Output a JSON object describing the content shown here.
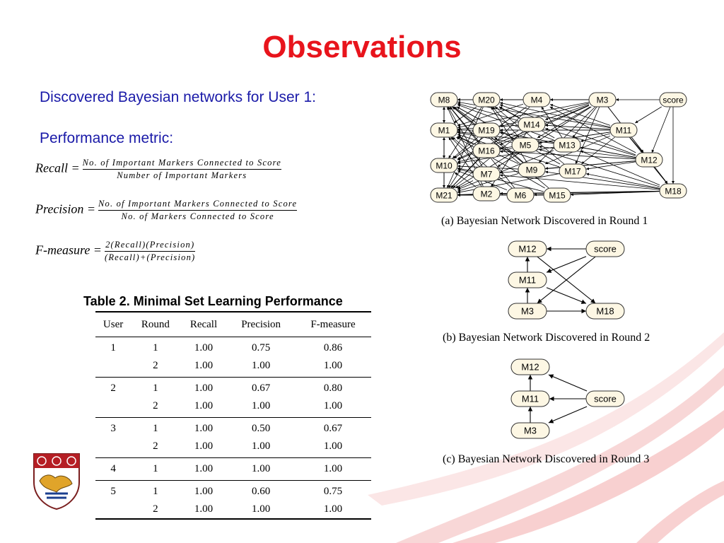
{
  "slide": {
    "title": "Observations",
    "intro": "Discovered Bayesian networks for User 1:",
    "metric_label": "Performance metric:"
  },
  "formulas": {
    "recall": {
      "lhs": "Recall =",
      "num": "No. of Important Markers Connected to Score",
      "den": "Number of Important Markers"
    },
    "precision": {
      "lhs": "Precision =",
      "num": "No. of Important Markers Connected to Score",
      "den": "No. of Markers Connected to Score"
    },
    "fmeasure": {
      "lhs": "F-measure =",
      "num": "2(Recall)(Precision)",
      "den": "(Recall)+(Precision)"
    }
  },
  "table": {
    "caption": "Table 2. Minimal Set Learning Performance",
    "headers": [
      "User",
      "Round",
      "Recall",
      "Precision",
      "F-measure"
    ],
    "rows": [
      [
        "1",
        "1",
        "1.00",
        "0.75",
        "0.86"
      ],
      [
        "",
        "2",
        "1.00",
        "1.00",
        "1.00"
      ],
      [
        "2",
        "1",
        "1.00",
        "0.67",
        "0.80"
      ],
      [
        "",
        "2",
        "1.00",
        "1.00",
        "1.00"
      ],
      [
        "3",
        "1",
        "1.00",
        "0.50",
        "0.67"
      ],
      [
        "",
        "2",
        "1.00",
        "1.00",
        "1.00"
      ],
      [
        "4",
        "1",
        "1.00",
        "1.00",
        "1.00"
      ],
      [
        "5",
        "1",
        "1.00",
        "0.60",
        "0.75"
      ],
      [
        "",
        "2",
        "1.00",
        "1.00",
        "1.00"
      ]
    ]
  },
  "networks": [
    {
      "caption": "(a)  Bayesian Network Discovered in Round 1",
      "nodes": [
        {
          "id": "M8",
          "label": "M8"
        },
        {
          "id": "M20",
          "label": "M20"
        },
        {
          "id": "M4",
          "label": "M4"
        },
        {
          "id": "M3",
          "label": "M3"
        },
        {
          "id": "score",
          "label": "score"
        },
        {
          "id": "M1",
          "label": "M1"
        },
        {
          "id": "M19",
          "label": "M19"
        },
        {
          "id": "M14",
          "label": "M14"
        },
        {
          "id": "M11",
          "label": "M11"
        },
        {
          "id": "M16",
          "label": "M16"
        },
        {
          "id": "M5",
          "label": "M5"
        },
        {
          "id": "M13",
          "label": "M13"
        },
        {
          "id": "M12",
          "label": "M12"
        },
        {
          "id": "M10",
          "label": "M10"
        },
        {
          "id": "M7",
          "label": "M7"
        },
        {
          "id": "M9",
          "label": "M9"
        },
        {
          "id": "M17",
          "label": "M17"
        },
        {
          "id": "M21",
          "label": "M21"
        },
        {
          "id": "M2",
          "label": "M2"
        },
        {
          "id": "M6",
          "label": "M6"
        },
        {
          "id": "M15",
          "label": "M15"
        },
        {
          "id": "M18",
          "label": "M18"
        }
      ],
      "edges": [
        [
          "score",
          "M3"
        ],
        [
          "score",
          "M11"
        ],
        [
          "score",
          "M12"
        ],
        [
          "score",
          "M18"
        ],
        [
          "M3",
          "M4"
        ],
        [
          "M3",
          "M20"
        ],
        [
          "M3",
          "M8"
        ],
        [
          "M3",
          "M1"
        ],
        [
          "M3",
          "M19"
        ],
        [
          "M3",
          "M14"
        ],
        [
          "M3",
          "M5"
        ],
        [
          "M3",
          "M13"
        ],
        [
          "M3",
          "M16"
        ],
        [
          "M3",
          "M7"
        ],
        [
          "M3",
          "M9"
        ],
        [
          "M3",
          "M17"
        ],
        [
          "M3",
          "M10"
        ],
        [
          "M3",
          "M12"
        ],
        [
          "M3",
          "M18"
        ],
        [
          "M11",
          "M4"
        ],
        [
          "M11",
          "M20"
        ],
        [
          "M11",
          "M8"
        ],
        [
          "M11",
          "M14"
        ],
        [
          "M11",
          "M5"
        ],
        [
          "M11",
          "M13"
        ],
        [
          "M11",
          "M19"
        ],
        [
          "M11",
          "M16"
        ],
        [
          "M11",
          "M9"
        ],
        [
          "M11",
          "M17"
        ],
        [
          "M11",
          "M1"
        ],
        [
          "M11",
          "M12"
        ],
        [
          "M11",
          "M18"
        ],
        [
          "M12",
          "M13"
        ],
        [
          "M12",
          "M5"
        ],
        [
          "M12",
          "M14"
        ],
        [
          "M12",
          "M9"
        ],
        [
          "M12",
          "M17"
        ],
        [
          "M12",
          "M16"
        ],
        [
          "M12",
          "M7"
        ],
        [
          "M12",
          "M19"
        ],
        [
          "M12",
          "M20"
        ],
        [
          "M12",
          "M4"
        ],
        [
          "M12",
          "M18"
        ],
        [
          "M18",
          "M15"
        ],
        [
          "M18",
          "M6"
        ],
        [
          "M18",
          "M2"
        ],
        [
          "M18",
          "M21"
        ],
        [
          "M18",
          "M9"
        ],
        [
          "M18",
          "M17"
        ],
        [
          "M18",
          "M7"
        ],
        [
          "M18",
          "M13"
        ],
        [
          "M18",
          "M5"
        ],
        [
          "M13",
          "M8"
        ],
        [
          "M13",
          "M1"
        ],
        [
          "M13",
          "M4"
        ],
        [
          "M13",
          "M20"
        ],
        [
          "M13",
          "M19"
        ],
        [
          "M13",
          "M10"
        ],
        [
          "M13",
          "M21"
        ],
        [
          "M5",
          "M8"
        ],
        [
          "M5",
          "M1"
        ],
        [
          "M5",
          "M10"
        ],
        [
          "M5",
          "M21"
        ],
        [
          "M5",
          "M20"
        ],
        [
          "M14",
          "M8"
        ],
        [
          "M14",
          "M1"
        ],
        [
          "M14",
          "M20"
        ],
        [
          "M14",
          "M10"
        ],
        [
          "M14",
          "M21"
        ],
        [
          "M14",
          "M2"
        ],
        [
          "M9",
          "M8"
        ],
        [
          "M9",
          "M1"
        ],
        [
          "M9",
          "M10"
        ],
        [
          "M9",
          "M21"
        ],
        [
          "M9",
          "M20"
        ],
        [
          "M9",
          "M19"
        ],
        [
          "M17",
          "M8"
        ],
        [
          "M17",
          "M1"
        ],
        [
          "M17",
          "M21"
        ],
        [
          "M17",
          "M20"
        ],
        [
          "M4",
          "M8"
        ],
        [
          "M4",
          "M1"
        ],
        [
          "M4",
          "M10"
        ],
        [
          "M4",
          "M21"
        ],
        [
          "M20",
          "M1"
        ],
        [
          "M20",
          "M10"
        ],
        [
          "M20",
          "M21"
        ],
        [
          "M19",
          "M8"
        ],
        [
          "M19",
          "M10"
        ],
        [
          "M19",
          "M21"
        ],
        [
          "M16",
          "M8"
        ],
        [
          "M16",
          "M1"
        ],
        [
          "M16",
          "M21"
        ],
        [
          "M7",
          "M8"
        ],
        [
          "M7",
          "M1"
        ],
        [
          "M7",
          "M10"
        ],
        [
          "M7",
          "M21"
        ],
        [
          "M15",
          "M8"
        ],
        [
          "M15",
          "M1"
        ],
        [
          "M15",
          "M10"
        ],
        [
          "M15",
          "M21"
        ],
        [
          "M6",
          "M8"
        ],
        [
          "M6",
          "M1"
        ],
        [
          "M6",
          "M10"
        ],
        [
          "M6",
          "M21"
        ],
        [
          "M2",
          "M8"
        ],
        [
          "M2",
          "M1"
        ],
        [
          "M2",
          "M10"
        ],
        [
          "M2",
          "M21"
        ],
        [
          "M1",
          "M10"
        ],
        [
          "M10",
          "M21"
        ],
        [
          "M8",
          "M1"
        ],
        [
          "M21",
          "M1"
        ],
        [
          "M21",
          "M8"
        ]
      ]
    },
    {
      "caption": "(b)  Bayesian Network Discovered in Round 2",
      "nodes": [
        {
          "id": "M12",
          "label": "M12"
        },
        {
          "id": "score",
          "label": "score"
        },
        {
          "id": "M11",
          "label": "M11"
        },
        {
          "id": "M3",
          "label": "M3"
        },
        {
          "id": "M18",
          "label": "M18"
        }
      ],
      "edges": [
        [
          "score",
          "M12"
        ],
        [
          "score",
          "M11"
        ],
        [
          "score",
          "M3"
        ],
        [
          "M11",
          "M12"
        ],
        [
          "M11",
          "M18"
        ],
        [
          "M3",
          "M11"
        ],
        [
          "M3",
          "M18"
        ],
        [
          "M12",
          "M18"
        ]
      ]
    },
    {
      "caption": "(c)  Bayesian Network Discovered in Round 3",
      "nodes": [
        {
          "id": "M12",
          "label": "M12"
        },
        {
          "id": "M11",
          "label": "M11"
        },
        {
          "id": "score",
          "label": "score"
        },
        {
          "id": "M3",
          "label": "M3"
        }
      ],
      "edges": [
        [
          "score",
          "M12"
        ],
        [
          "score",
          "M11"
        ],
        [
          "score",
          "M3"
        ],
        [
          "M11",
          "M12"
        ],
        [
          "M3",
          "M11"
        ]
      ]
    }
  ],
  "colors": {
    "title": "#e8141c",
    "intro_text": "#1a1aa8",
    "node_fill": "#fdf7e4",
    "decor_ribbon": "#f4b3b3"
  },
  "logo": {
    "icon": "university-crest-icon"
  }
}
